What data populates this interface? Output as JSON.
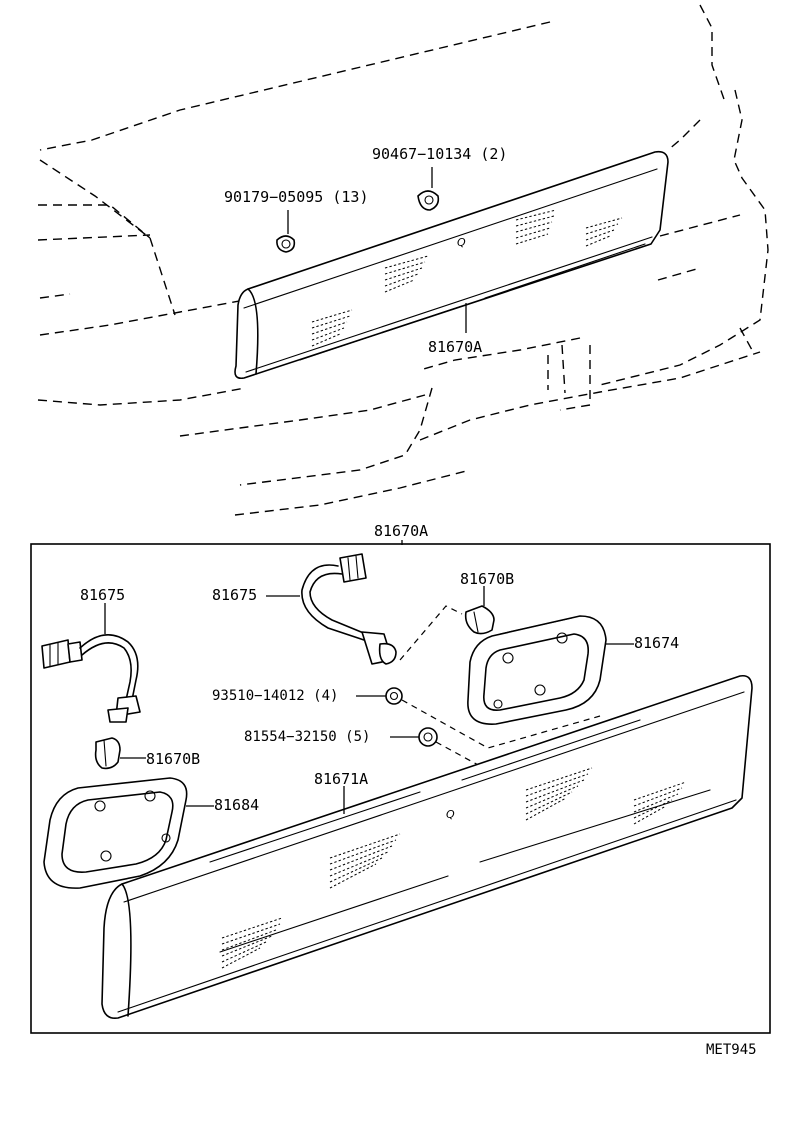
{
  "labels": {
    "upper_screw": "90467−10134 (2)",
    "upper_clip": "90179−05095 (13)",
    "upper_assy": "81670A",
    "box_assy": "81670A",
    "socket_left": "81675",
    "socket_right": "81675",
    "bulb_right": "81670B",
    "gasket_right": "81674",
    "nut": "93510−14012 (4)",
    "washer": "81554−32150 (5)",
    "bulb_left": "81670B",
    "lens": "81671A",
    "gasket_left": "81684",
    "code": "MET945"
  },
  "emblem_upper": "Q",
  "emblem_lower": "Q"
}
